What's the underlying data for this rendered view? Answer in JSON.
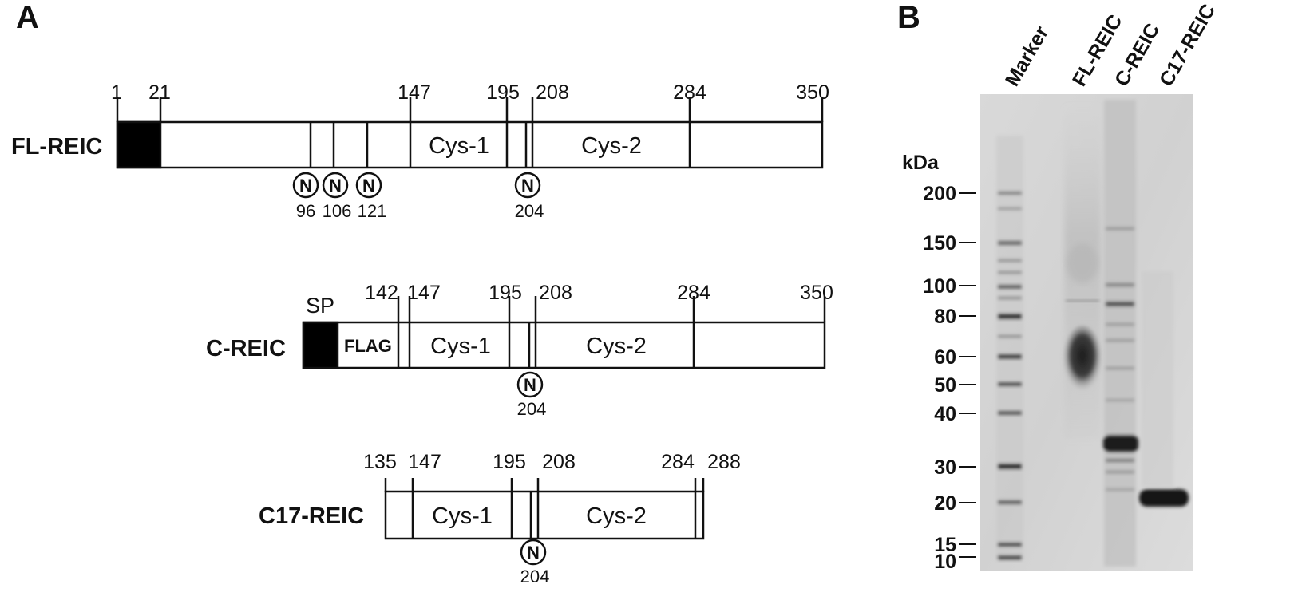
{
  "panel_a": {
    "letter": "A",
    "constructs": [
      {
        "name": "FL-REIC",
        "positions": [
          "1",
          "21",
          "147",
          "195",
          "208",
          "284",
          "350"
        ],
        "domains": [
          "Cys-1",
          "Cys-2"
        ],
        "glycosylation_mark": "N",
        "glycosylation_sites": [
          "96",
          "106",
          "121",
          "204"
        ]
      },
      {
        "name": "C-REIC",
        "signal_label": "SP",
        "tag_label": "FLAG",
        "positions": [
          "142",
          "147",
          "195",
          "208",
          "284",
          "350"
        ],
        "domains": [
          "Cys-1",
          "Cys-2"
        ],
        "glycosylation_mark": "N",
        "glycosylation_sites": [
          "204"
        ]
      },
      {
        "name": "C17-REIC",
        "positions": [
          "135",
          "147",
          "195",
          "208",
          "284",
          "288"
        ],
        "domains": [
          "Cys-1",
          "Cys-2"
        ],
        "glycosylation_mark": "N",
        "glycosylation_sites": [
          "204"
        ]
      }
    ]
  },
  "panel_b": {
    "letter": "B",
    "unit_label": "kDa",
    "lanes": [
      "Marker",
      "FL-REIC",
      "C-REIC",
      "C17-REIC"
    ],
    "mw_markers": [
      "200",
      "150",
      "100",
      "80",
      "60",
      "50",
      "40",
      "30",
      "20",
      "15",
      "10"
    ]
  }
}
